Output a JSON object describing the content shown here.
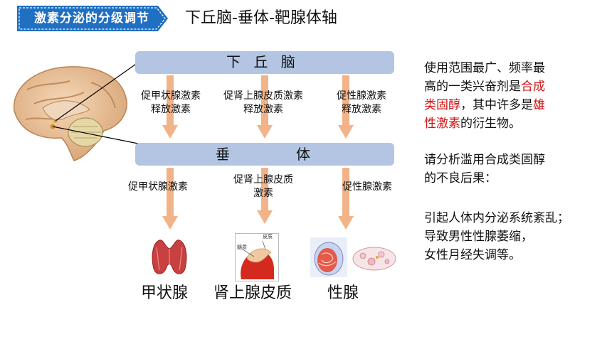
{
  "header": {
    "tag": "激素分泌的分级调节",
    "title": "下丘脑-垂体-靶腺体轴"
  },
  "hypothalamus": {
    "label": "下 丘 脑"
  },
  "pituitary": {
    "label_left": "垂",
    "label_right": "体"
  },
  "releasing_hormones": {
    "thyroid": {
      "line1": "促甲状腺激素",
      "line2": "释放激素"
    },
    "adrenal": {
      "line1": "促肾上腺皮质激素",
      "line2": "释放激素"
    },
    "gonad": {
      "line1": "促性腺激素",
      "line2": "释放激素"
    }
  },
  "tropic_hormones": {
    "thyroid": "促甲状腺激素",
    "adrenal": {
      "line1": "促肾上腺皮质",
      "line2": "激素"
    },
    "gonad": "促性腺激素"
  },
  "organs": {
    "thyroid": "甲状腺",
    "adrenal": "肾上腺皮质",
    "gonad": "性腺"
  },
  "adrenal_image_labels": {
    "cortex": "皮质",
    "medulla": "髓质"
  },
  "side": {
    "p1": {
      "a": "使用范围最广、频率最",
      "b": "高的一类兴奋剂是",
      "c": "合成",
      "d": "类固醇",
      "e": "，其中许多是",
      "f": "雄",
      "g": "性激素",
      "h": "的衍生物。"
    },
    "p2": {
      "line1": "请分析滥用合成类固醇",
      "line2": "的不良后果："
    },
    "p3": {
      "line1": "引起人体内分泌系统紊乱；",
      "line2": "导致男性性腺萎缩，",
      "line3": "女性月经失调等。"
    }
  },
  "colors": {
    "tag_bg": "#1f6fc2",
    "bar": "#b3c5e3",
    "arrow": "#f2b388",
    "emphasis": "#d01515"
  }
}
